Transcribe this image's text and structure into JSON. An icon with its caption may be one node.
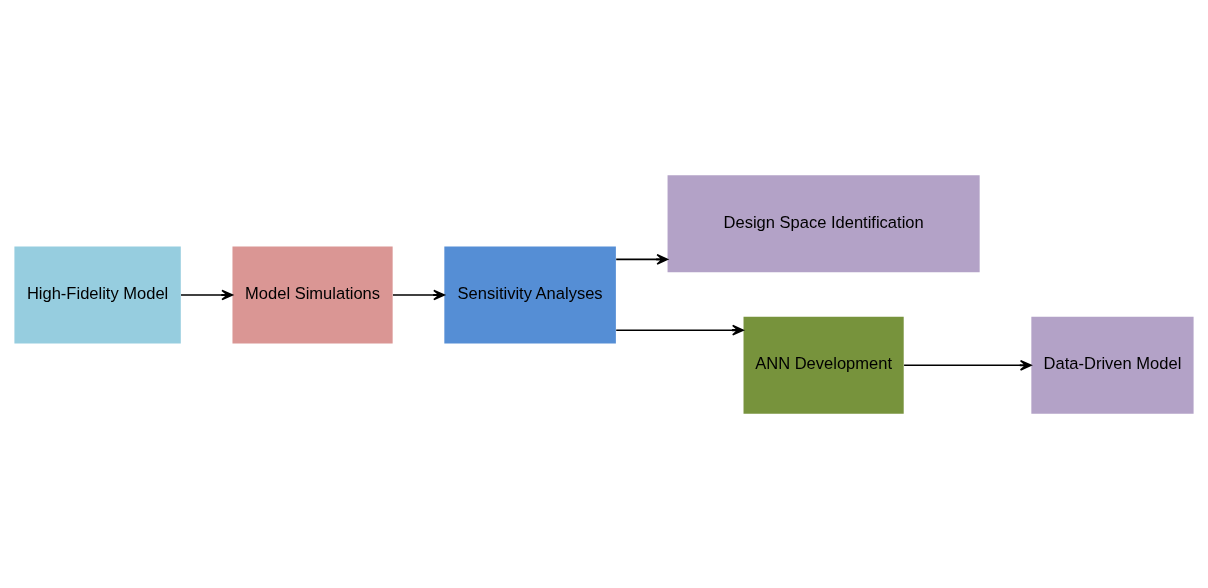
{
  "diagram": {
    "nodes": [
      {
        "text": [
          "High-Fidelity Model"
        ]
      },
      {
        "text": [
          "Model Simulations"
        ]
      },
      {
        "text": [
          "Sensitivity Analyses"
        ]
      },
      {
        "text": [
          "Design Space Identification"
        ]
      },
      {
        "text": [
          "ANN Development"
        ]
      },
      {
        "text": [
          "Data-Driven Model"
        ]
      }
    ],
    "edges": [
      {
        "from": 0,
        "to": 1,
        "arrow": "to"
      },
      {
        "from": 1,
        "to": 2,
        "arrow": "to"
      },
      {
        "from": 2,
        "to": 3,
        "arrow": "to"
      },
      {
        "from": 2,
        "to": 4,
        "arrow": "to"
      },
      {
        "from": 4,
        "to": 5,
        "arrow": "to"
      }
    ]
  }
}
